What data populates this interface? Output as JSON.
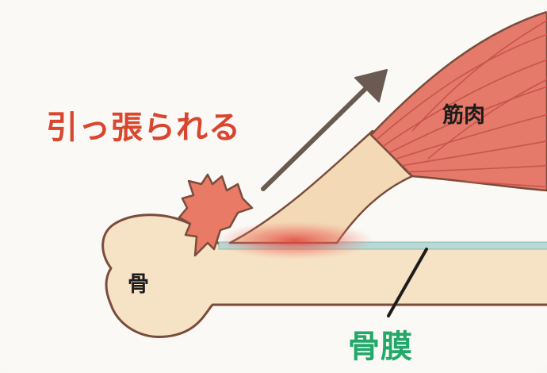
{
  "labels": {
    "pulled": "引っ張られる",
    "muscle": "筋肉",
    "bone": "骨",
    "periosteum": "骨膜"
  },
  "colors": {
    "background": "#fbf9f5",
    "bone_fill": "#f6e2c4",
    "outline": "#7a4c3c",
    "muscle_fill": "#e5796a",
    "muscle_fiber": "#c8544a",
    "tendon_fill": "#f3d9b6",
    "periosteum": "#b8d9d4",
    "inflammation": "#e2433a",
    "burst_fill": "#e97a66",
    "arrow": "#6a5a52",
    "pulled_text": "#d9462f",
    "periosteum_text": "#23a86a"
  },
  "icons": {
    "pain_burst": "starburst-icon",
    "pull_arrow": "arrow-up-right-icon"
  }
}
